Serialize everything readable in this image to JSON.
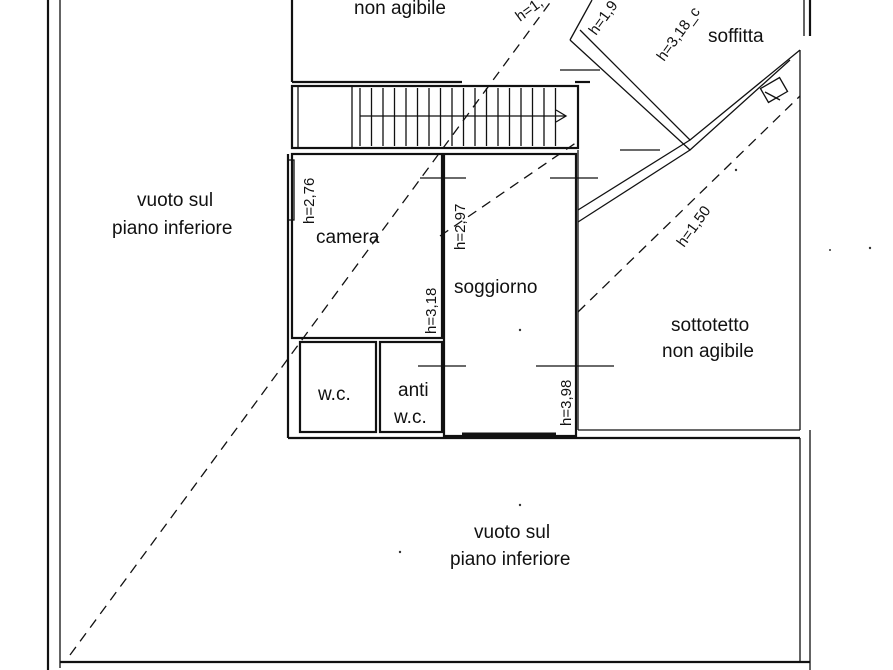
{
  "rooms": {
    "top_non_agibile": "non agibile",
    "soffitta": "soffitta",
    "vuoto_left_line1": "vuoto sul",
    "vuoto_left_line2": "piano inferiore",
    "camera": "camera",
    "soggiorno": "soggiorno",
    "sottotetto_line1": "sottotetto",
    "sottotetto_line2": "non agibile",
    "wc": "w.c.",
    "anti_line1": "anti",
    "anti_line2": "w.c.",
    "vuoto_bottom_line1": "vuoto sul",
    "vuoto_bottom_line2": "piano inferiore"
  },
  "heights": {
    "top_diag": "h=1,",
    "soffitta_a": "h=1,9",
    "soffitta_b": "h=3,18_c",
    "camera": "h=2,76",
    "soggiorno_a": "h=2,97",
    "soggiorno_b": "h=3,18",
    "soggiorno_c": "h=3,98",
    "sottotetto": "h=1,50"
  }
}
